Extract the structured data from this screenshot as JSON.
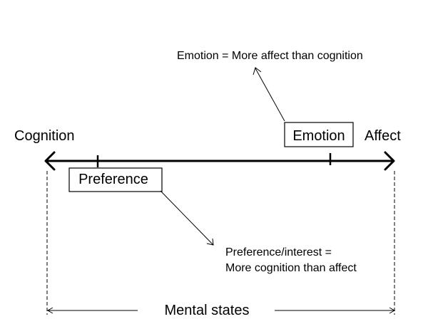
{
  "labels": {
    "left_end": "Cognition",
    "right_end": "Affect",
    "emotion_box": "Emotion",
    "preference_box": "Preference",
    "emotion_note": "Emotion = More affect than cognition",
    "preference_note_line1": "Preference/interest =",
    "preference_note_line2": "More cognition than affect",
    "span_label": "Mental states"
  }
}
